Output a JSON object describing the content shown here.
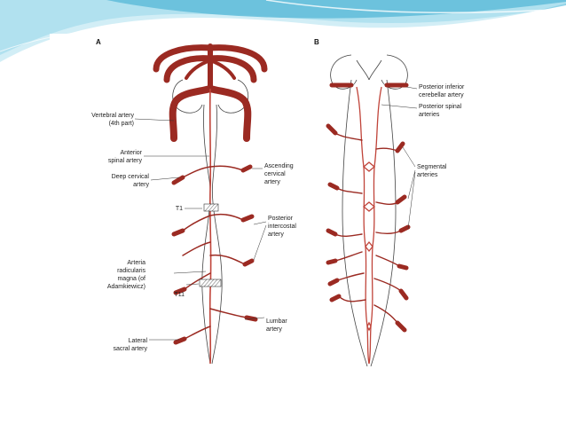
{
  "colors": {
    "artery": "#9b2a22",
    "artery_light": "#c0443a",
    "outline": "#444444",
    "header_blue": "#5bbad8",
    "header_cyan": "#bfe7f2"
  },
  "panel_a": {
    "letter": "A",
    "labels": {
      "vertebral_artery": "Vertebral artery",
      "vertebral_artery_part": "(4th part)",
      "anterior_spinal": "Anterior",
      "anterior_spinal_2": "spinal artery",
      "deep_cervical": "Deep cervical",
      "deep_cervical_2": "artery",
      "ascending_cervical": "Ascending",
      "ascending_cervical_2": "cervical",
      "ascending_cervical_3": "artery",
      "t1": "T1",
      "posterior_intercostal": "Posterior",
      "posterior_intercostal_2": "intercostal",
      "posterior_intercostal_3": "artery",
      "arteria_radicularis": "Arteria",
      "arteria_radicularis_2": "radicularis",
      "arteria_radicularis_3": "magna (of",
      "arteria_radicularis_4": "Adamkiewicz)",
      "t11": "T11",
      "lumbar": "Lumbar",
      "lumbar_2": "artery",
      "lateral_sacral": "Lateral",
      "lateral_sacral_2": "sacral artery"
    }
  },
  "panel_b": {
    "letter": "B",
    "labels": {
      "posterior_inferior_cerebellar": "Posterior inferior",
      "posterior_inferior_cerebellar_2": "cerebellar artery",
      "posterior_spinal": "Posterior spinal",
      "posterior_spinal_2": "arteries",
      "segmental": "Segmental",
      "segmental_2": "arteries"
    }
  }
}
